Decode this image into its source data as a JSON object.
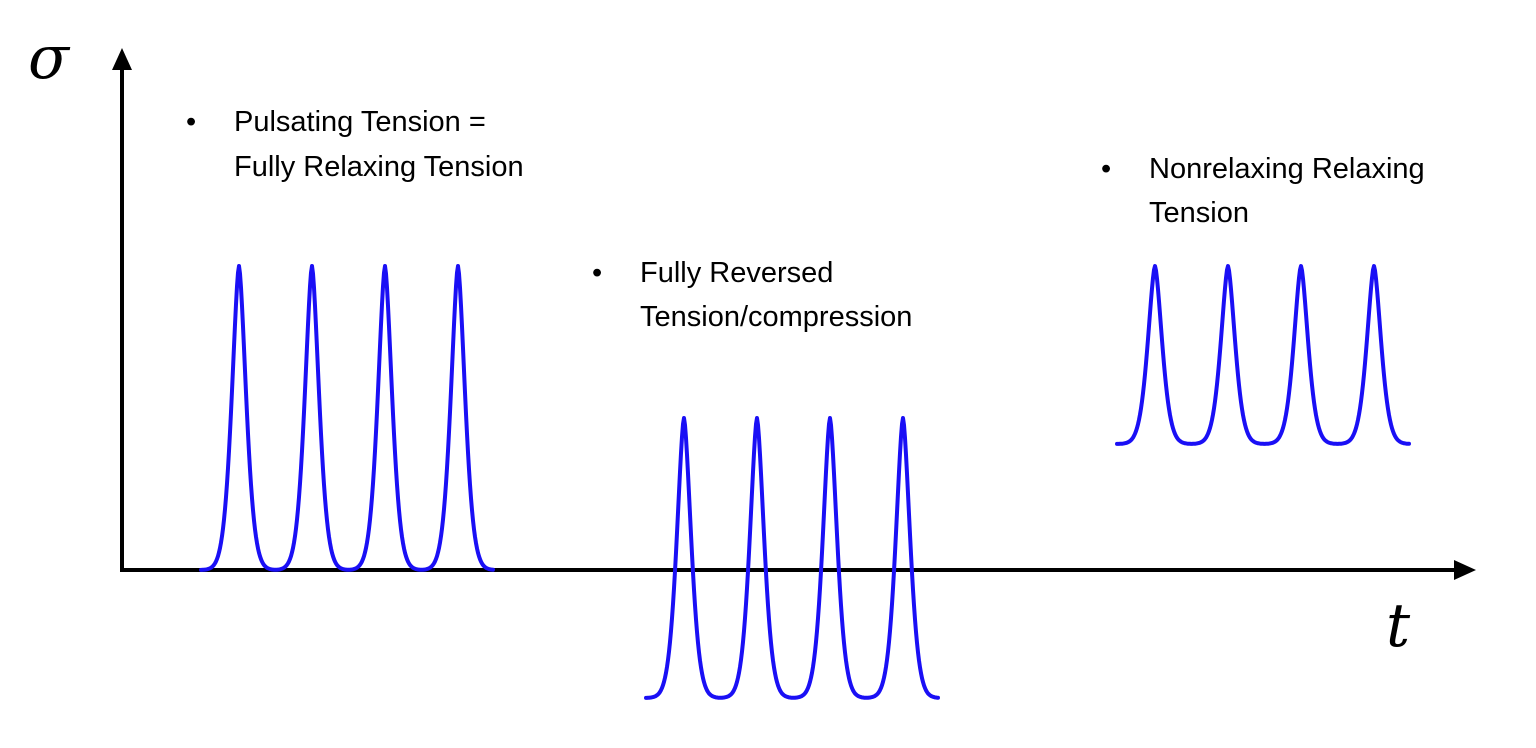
{
  "axes": {
    "y_symbol": "σ",
    "x_symbol": "t"
  },
  "colors": {
    "axis": "#000000",
    "wave": "#1a0ff5"
  },
  "labels": {
    "pulsating": {
      "bullet": "•",
      "line1": "Pulsating Tension =",
      "line2": "Fully Relaxing Tension"
    },
    "reversed": {
      "bullet": "•",
      "line1": "Fully Reversed",
      "line2": "Tension/compression"
    },
    "nonrelaxing": {
      "bullet": "•",
      "line1": "Nonrelaxing Relaxing",
      "line2": "Tension"
    }
  },
  "waveforms": [
    {
      "name": "pulsating",
      "pulses": 4,
      "level": "zero-to-max"
    },
    {
      "name": "reversed",
      "pulses": 4,
      "level": "min-to-max"
    },
    {
      "name": "nonrelaxing",
      "pulses": 4,
      "level": "offset-to-max"
    }
  ]
}
